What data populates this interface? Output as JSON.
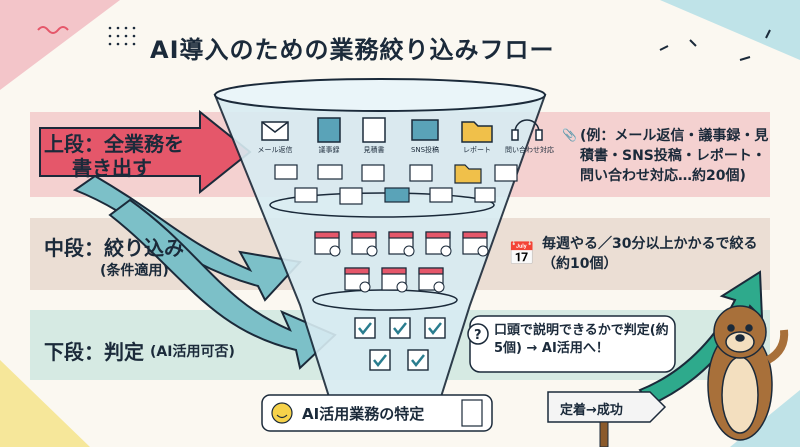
{
  "title": "AI導入のための業務絞り込みフロー",
  "stages": {
    "top": {
      "label": "上段：全業務を",
      "label2": "書き出す",
      "note_icon": "📎",
      "note": "(例：メール返信・議事録・見積書・SNS投稿・レポート・問い合わせ対応…約20個)"
    },
    "middle": {
      "label": "中段：絞り込み",
      "sub": "(条件適用)",
      "note": "毎週やる／30分以上かかるで絞る（約10個）"
    },
    "bottom": {
      "label": "下段：判定",
      "sub": "(AI活用可否)",
      "note": "口頭で説明できるかで判定(約5個) → AI活用へ！"
    }
  },
  "funnel_icons": [
    {
      "icon": "mail-icon",
      "label": "メール返信"
    },
    {
      "icon": "notebook-icon",
      "label": "議事録"
    },
    {
      "icon": "estimate-doc-icon",
      "label": "見積書"
    },
    {
      "icon": "sns-icon",
      "label": "SNS投稿"
    },
    {
      "icon": "folder-icon",
      "label": "レポート"
    },
    {
      "icon": "headset-icon",
      "label": "問い合わせ対応"
    }
  ],
  "result": {
    "icon": "smile-icon",
    "label": "AI活用業務の特定",
    "check_icon": "checklist-icon"
  },
  "sign": {
    "label": "定着→成功"
  },
  "colors": {
    "red_band": "#f2c4c4",
    "red_arrow": "#e5576a",
    "teal_arrow": "#7cc0c8",
    "funnel_blue": "#d8ecf3",
    "green_arrow": "#2eaa8c",
    "otter": "#8b5a2b"
  }
}
